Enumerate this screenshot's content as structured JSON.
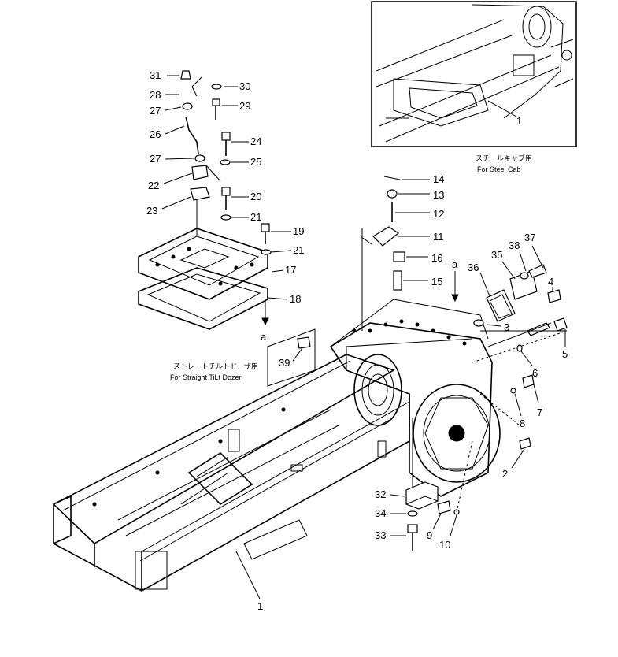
{
  "callouts": {
    "c1": "1",
    "c1b": "1",
    "c2": "2",
    "c3": "3",
    "c4": "4",
    "c5": "5",
    "c6": "6",
    "c7": "7",
    "c8": "8",
    "c9": "9",
    "c10": "10",
    "c11": "11",
    "c12": "12",
    "c13": "13",
    "c14": "14",
    "c15": "15",
    "c16": "16",
    "c17": "17",
    "c18": "18",
    "c19": "19",
    "c20": "20",
    "c21a": "21",
    "c21b": "21",
    "c22": "22",
    "c23": "23",
    "c24": "24",
    "c25": "25",
    "c26": "26",
    "c27a": "27",
    "c27b": "27",
    "c28": "28",
    "c29": "29",
    "c30": "30",
    "c31": "31",
    "c32": "32",
    "c33": "33",
    "c34": "34",
    "c35": "35",
    "c36": "36",
    "c37": "37",
    "c38": "38",
    "c39": "39"
  },
  "refs": {
    "a_top": "a",
    "a_left": "a"
  },
  "captions": {
    "steel_cab_jp": "スチールキャブ用",
    "steel_cab_en": "For Steel Cab",
    "tilt_dozer_jp": "ストレートチルトドーザ用",
    "tilt_dozer_en": "For Straight TiLt Dozer"
  }
}
